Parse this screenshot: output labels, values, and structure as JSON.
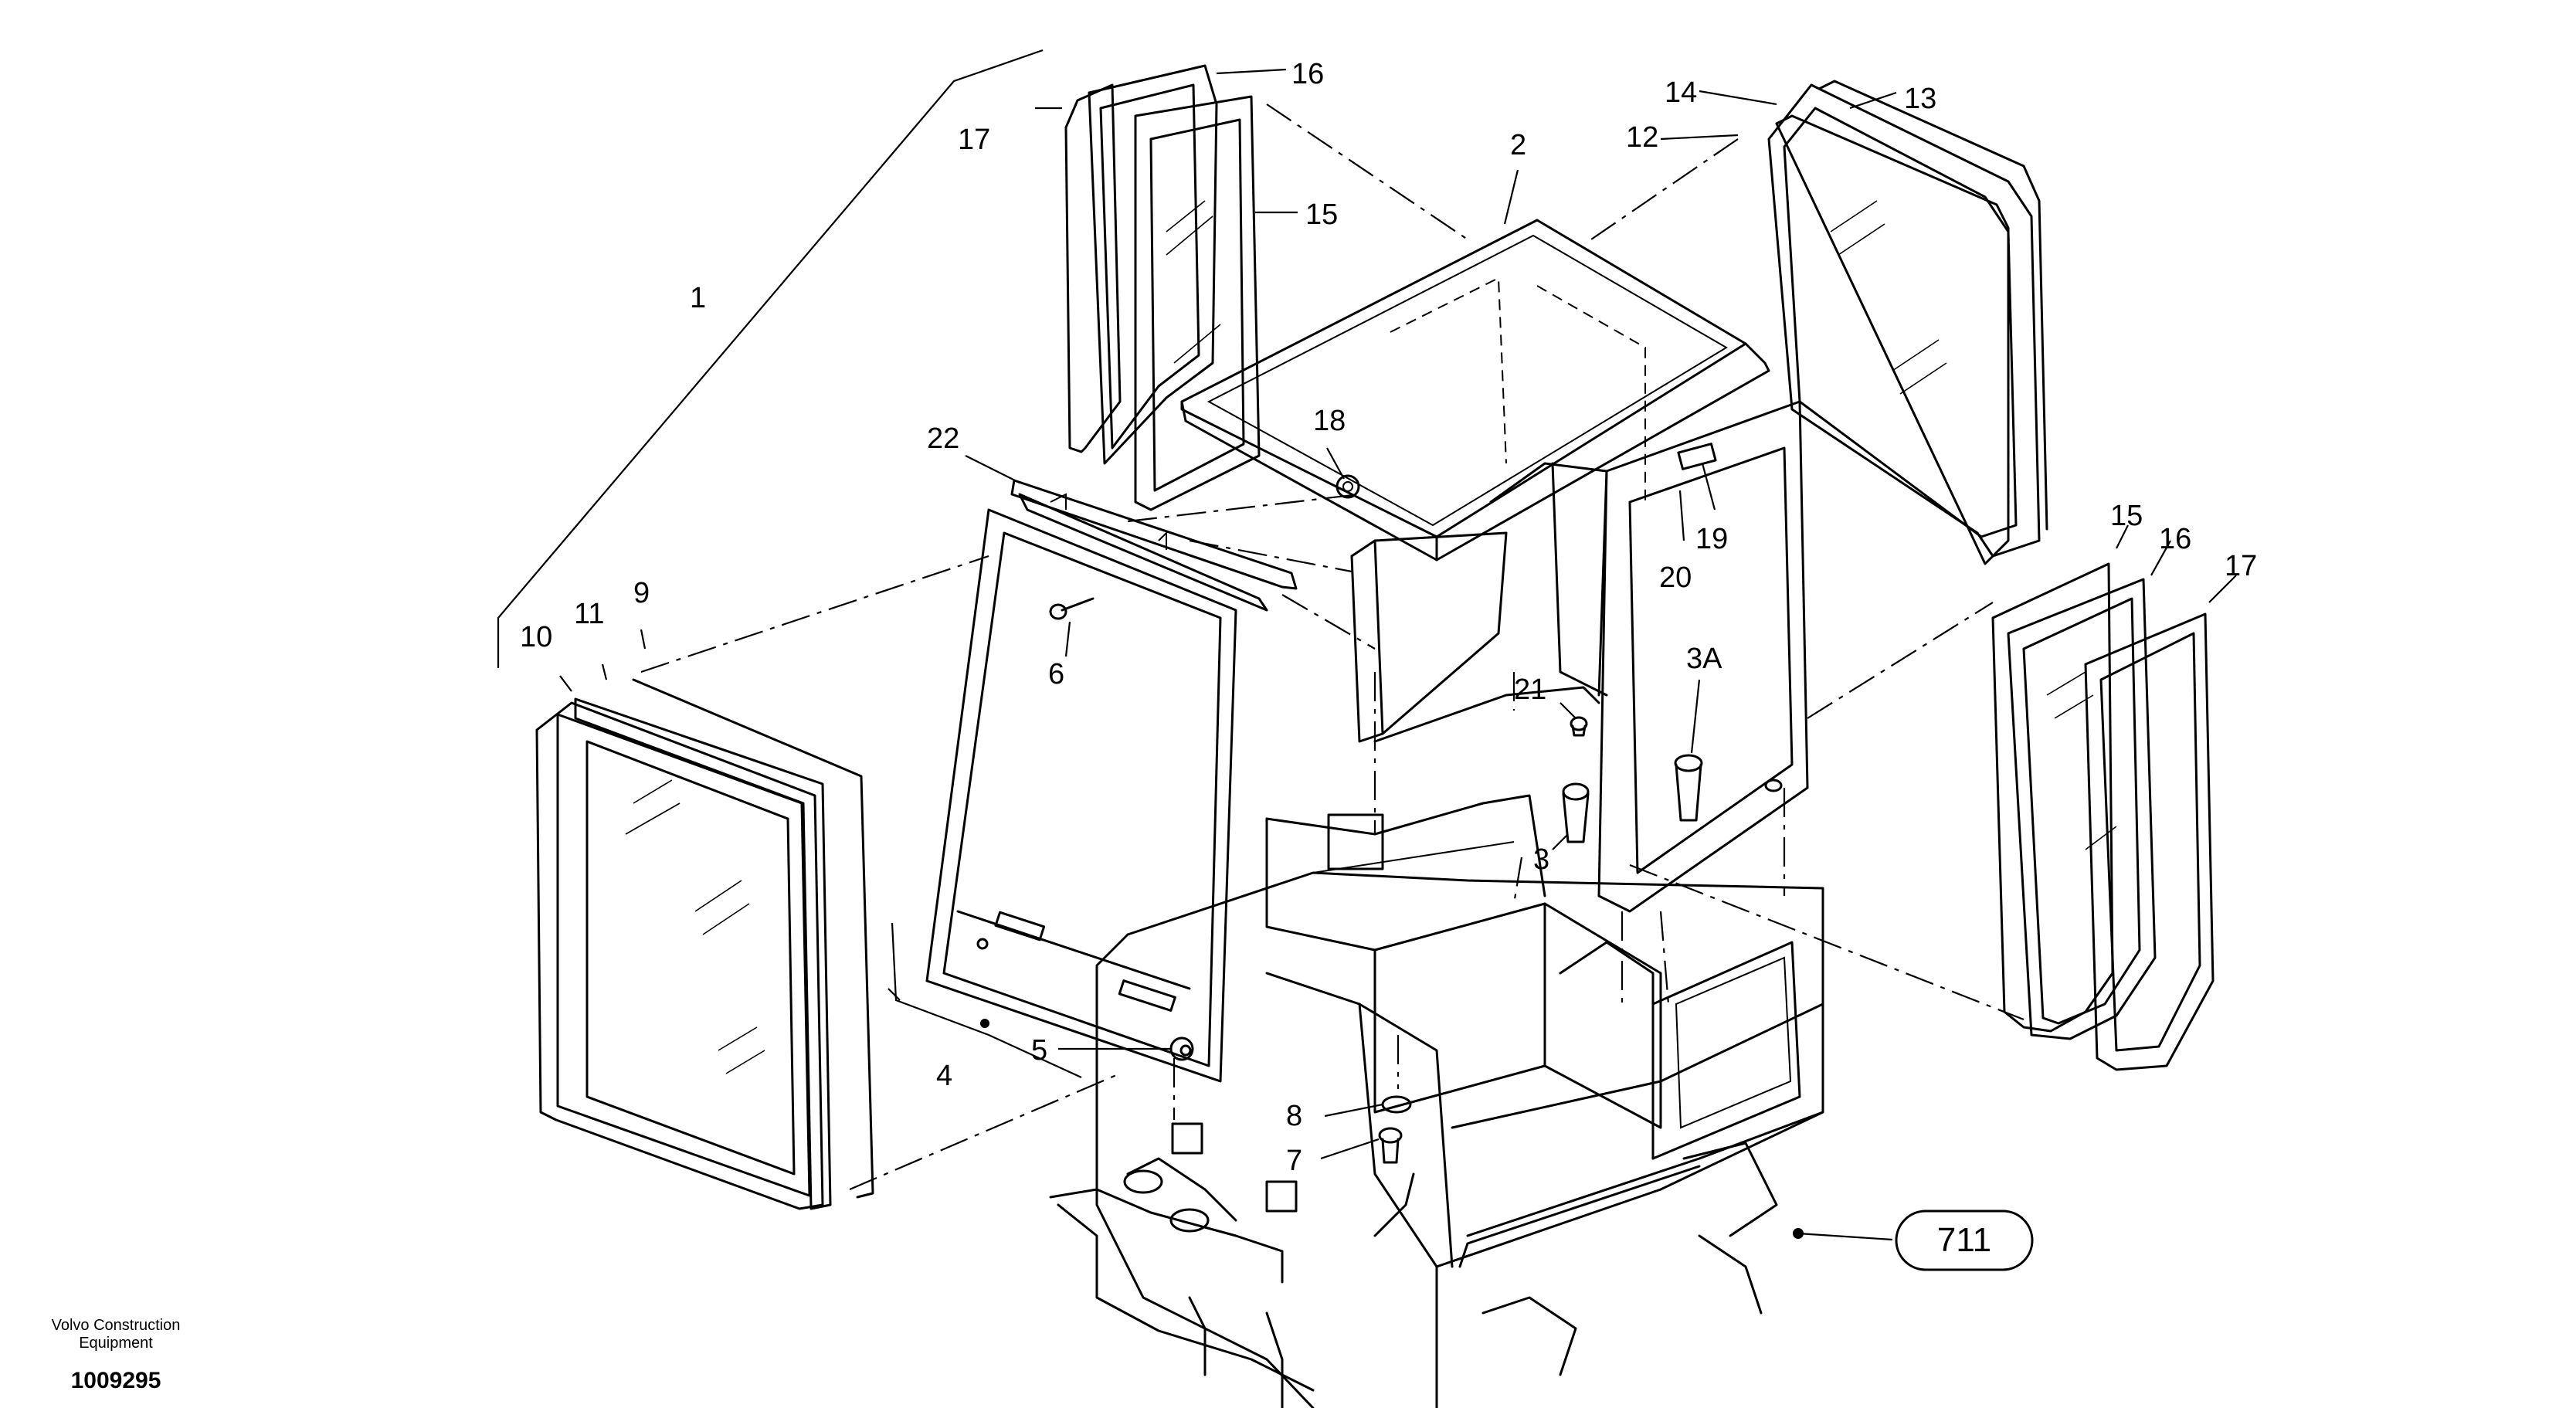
{
  "callouts": {
    "c1": "1",
    "c2": "2",
    "c3": "3",
    "c3a": "3A",
    "c4": "4",
    "c5": "5",
    "c6": "6",
    "c7": "7",
    "c8": "8",
    "c9": "9",
    "c10": "10",
    "c11": "11",
    "c12": "12",
    "c13": "13",
    "c14": "14",
    "c15a": "15",
    "c16a": "16",
    "c17a": "17",
    "c15b": "15",
    "c16b": "16",
    "c17b": "17",
    "c18": "18",
    "c19": "19",
    "c20": "20",
    "c21": "21",
    "c22": "22"
  },
  "reference_badge": "711",
  "footer": {
    "brand_line1": "Volvo Construction",
    "brand_line2": "Equipment",
    "drawing_number": "1009295"
  },
  "colors": {
    "ink": "#000000",
    "paper": "#ffffff"
  }
}
